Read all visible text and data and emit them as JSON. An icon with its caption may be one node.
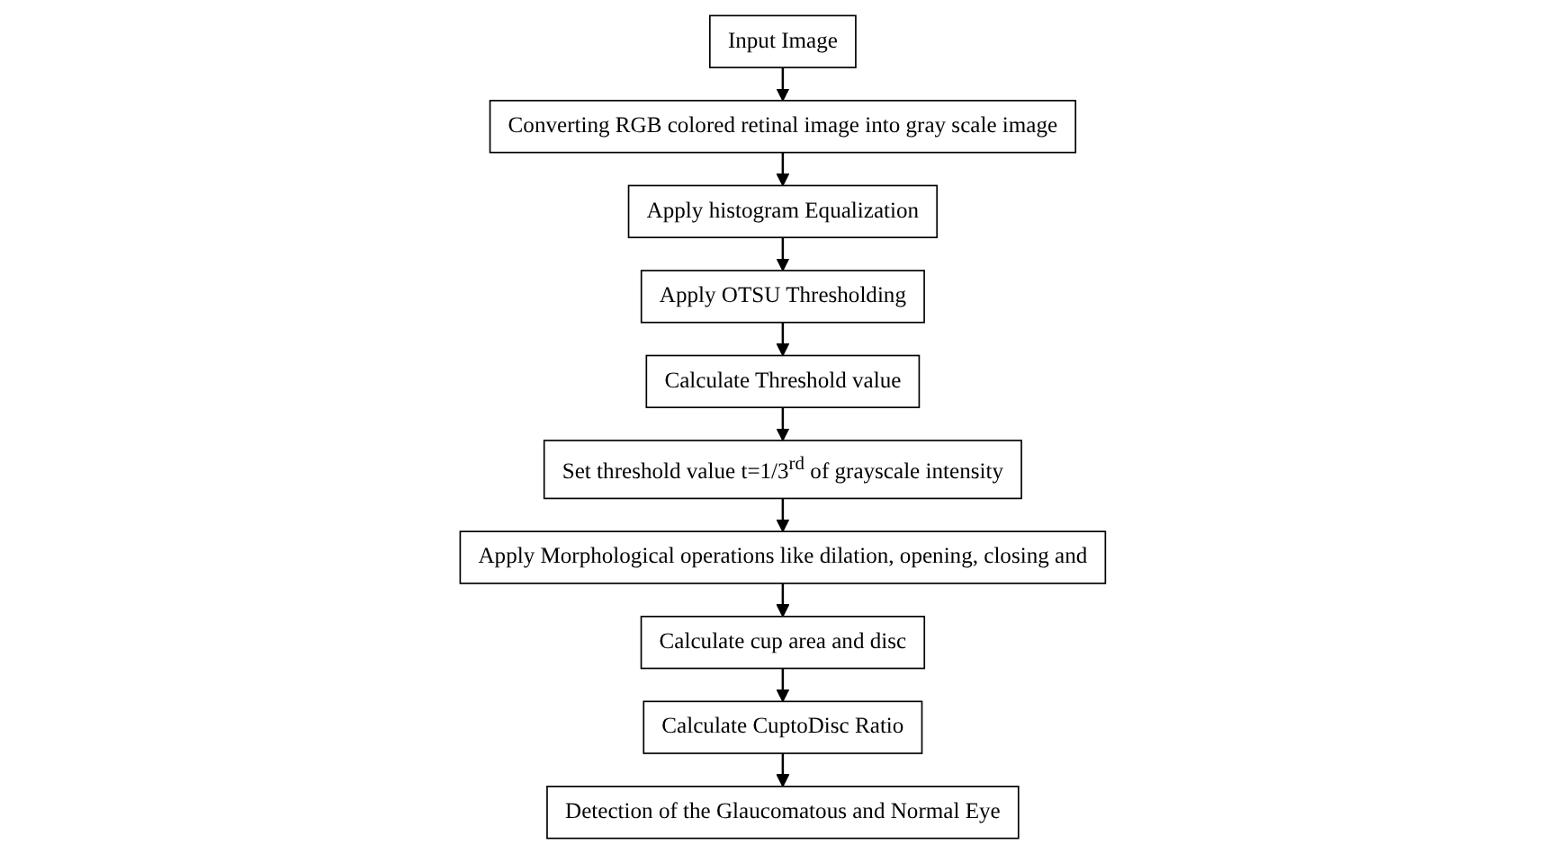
{
  "diagram": {
    "nodes": [
      {
        "text": [
          "Input Image"
        ]
      },
      {
        "text": [
          "Converting RGB colored retinal image into gray scale image"
        ]
      },
      {
        "text": [
          "Apply histogram Equalization"
        ]
      },
      {
        "text": [
          "Apply OTSU Thresholding"
        ]
      },
      {
        "text": [
          "Calculate Threshold value"
        ]
      },
      {
        "text": [
          "Set threshold value t=1/3$^{rd}$ of grayscale intensity"
        ]
      },
      {
        "text": [
          "Apply Morphological operations like dilation, opening, closing and"
        ]
      },
      {
        "text": [
          "Calculate cup area and disc"
        ]
      },
      {
        "text": [
          "Calculate CuptoDisc Ratio"
        ]
      },
      {
        "text": [
          "Detection of the Glaucomatous and Normal Eye"
        ]
      }
    ],
    "edges": [
      {
        "from": 0,
        "to": 1,
        "arrow": "to"
      },
      {
        "from": 1,
        "to": 2,
        "arrow": "to"
      },
      {
        "from": 2,
        "to": 3,
        "arrow": "to"
      },
      {
        "from": 3,
        "to": 4,
        "arrow": "to"
      },
      {
        "from": 4,
        "to": 5,
        "arrow": "to"
      },
      {
        "from": 5,
        "to": 6,
        "arrow": "to"
      },
      {
        "from": 6,
        "to": 7,
        "arrow": "to"
      },
      {
        "from": 7,
        "to": 8,
        "arrow": "to"
      },
      {
        "from": 8,
        "to": 9,
        "arrow": "to"
      }
    ]
  }
}
